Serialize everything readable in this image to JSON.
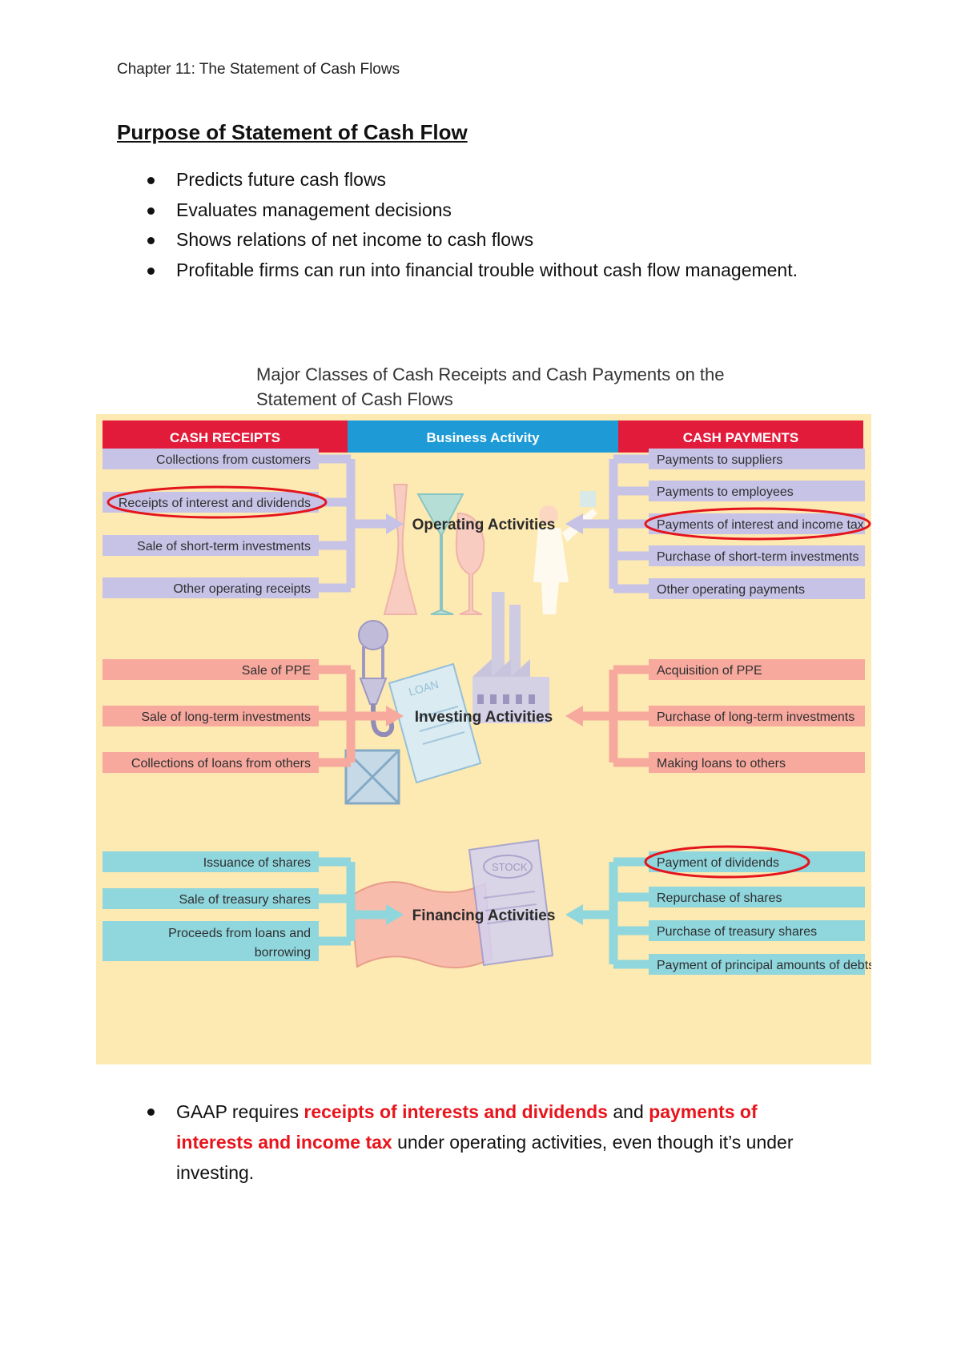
{
  "header": "Chapter 11: The Statement of Cash Flows",
  "section_title": "Purpose of Statement of Cash Flow",
  "bullets": [
    "Predicts future cash flows",
    "Evaluates management decisions",
    "Shows relations of net income to cash flows",
    "Profitable firms can run into financial trouble without cash flow management."
  ],
  "figure": {
    "title_line1": "Major Classes of Cash Receipts and Cash Payments on the",
    "title_line2": "Statement of Cash Flows",
    "col_receipts": "CASH RECEIPTS",
    "col_activity": "Business Activity",
    "col_payments": "CASH PAYMENTS",
    "loan_label": "LOAN",
    "stock_label": "STOCK",
    "colors": {
      "header_red": "#e31b3b",
      "header_blue": "#1e9bd7",
      "background": "#fde9b2",
      "operating": "#c6c3e6",
      "investing": "#f7a99e",
      "financing": "#8fd6dd",
      "highlight": "#e3141c"
    },
    "groups": [
      {
        "activity": "Operating Activities",
        "receipts": [
          {
            "label": "Collections from customers",
            "circled": false
          },
          {
            "label": "Receipts of interest and dividends",
            "circled": true
          },
          {
            "label": "Sale of short-term investments",
            "circled": false
          },
          {
            "label": "Other operating receipts",
            "circled": false
          }
        ],
        "payments": [
          {
            "label": "Payments to suppliers",
            "circled": false
          },
          {
            "label": "Payments to employees",
            "circled": false
          },
          {
            "label": "Payments of interest and income tax",
            "circled": true
          },
          {
            "label": "Purchase of short-term investments",
            "circled": false
          },
          {
            "label": "Other operating payments",
            "circled": false
          }
        ]
      },
      {
        "activity": "Investing Activities",
        "receipts": [
          {
            "label": "Sale of PPE",
            "circled": false
          },
          {
            "label": "Sale of long-term investments",
            "circled": false
          },
          {
            "label": "Collections of loans from others",
            "circled": false
          }
        ],
        "payments": [
          {
            "label": "Acquisition of PPE",
            "circled": false
          },
          {
            "label": "Purchase of long-term investments",
            "circled": false
          },
          {
            "label": "Making loans to others",
            "circled": false
          }
        ]
      },
      {
        "activity": "Financing Activities",
        "receipts": [
          {
            "label": "Issuance of shares",
            "circled": false
          },
          {
            "label": "Sale of treasury shares",
            "circled": false
          },
          {
            "label": "Proceeds from loans and borrowing",
            "circled": false
          }
        ],
        "payments": [
          {
            "label": "Payment of dividends",
            "circled": true
          },
          {
            "label": "Repurchase of shares",
            "circled": false
          },
          {
            "label": "Purchase of treasury shares",
            "circled": false
          },
          {
            "label": "Payment of principal amounts of debts",
            "circled": false
          }
        ]
      }
    ]
  },
  "gaap_note": {
    "p1": "GAAP requires ",
    "h1": "receipts of interests and dividends",
    "p2": " and ",
    "h2": "payments of interests and income tax",
    "p3": " under operating activities, even though it’s under investing."
  }
}
